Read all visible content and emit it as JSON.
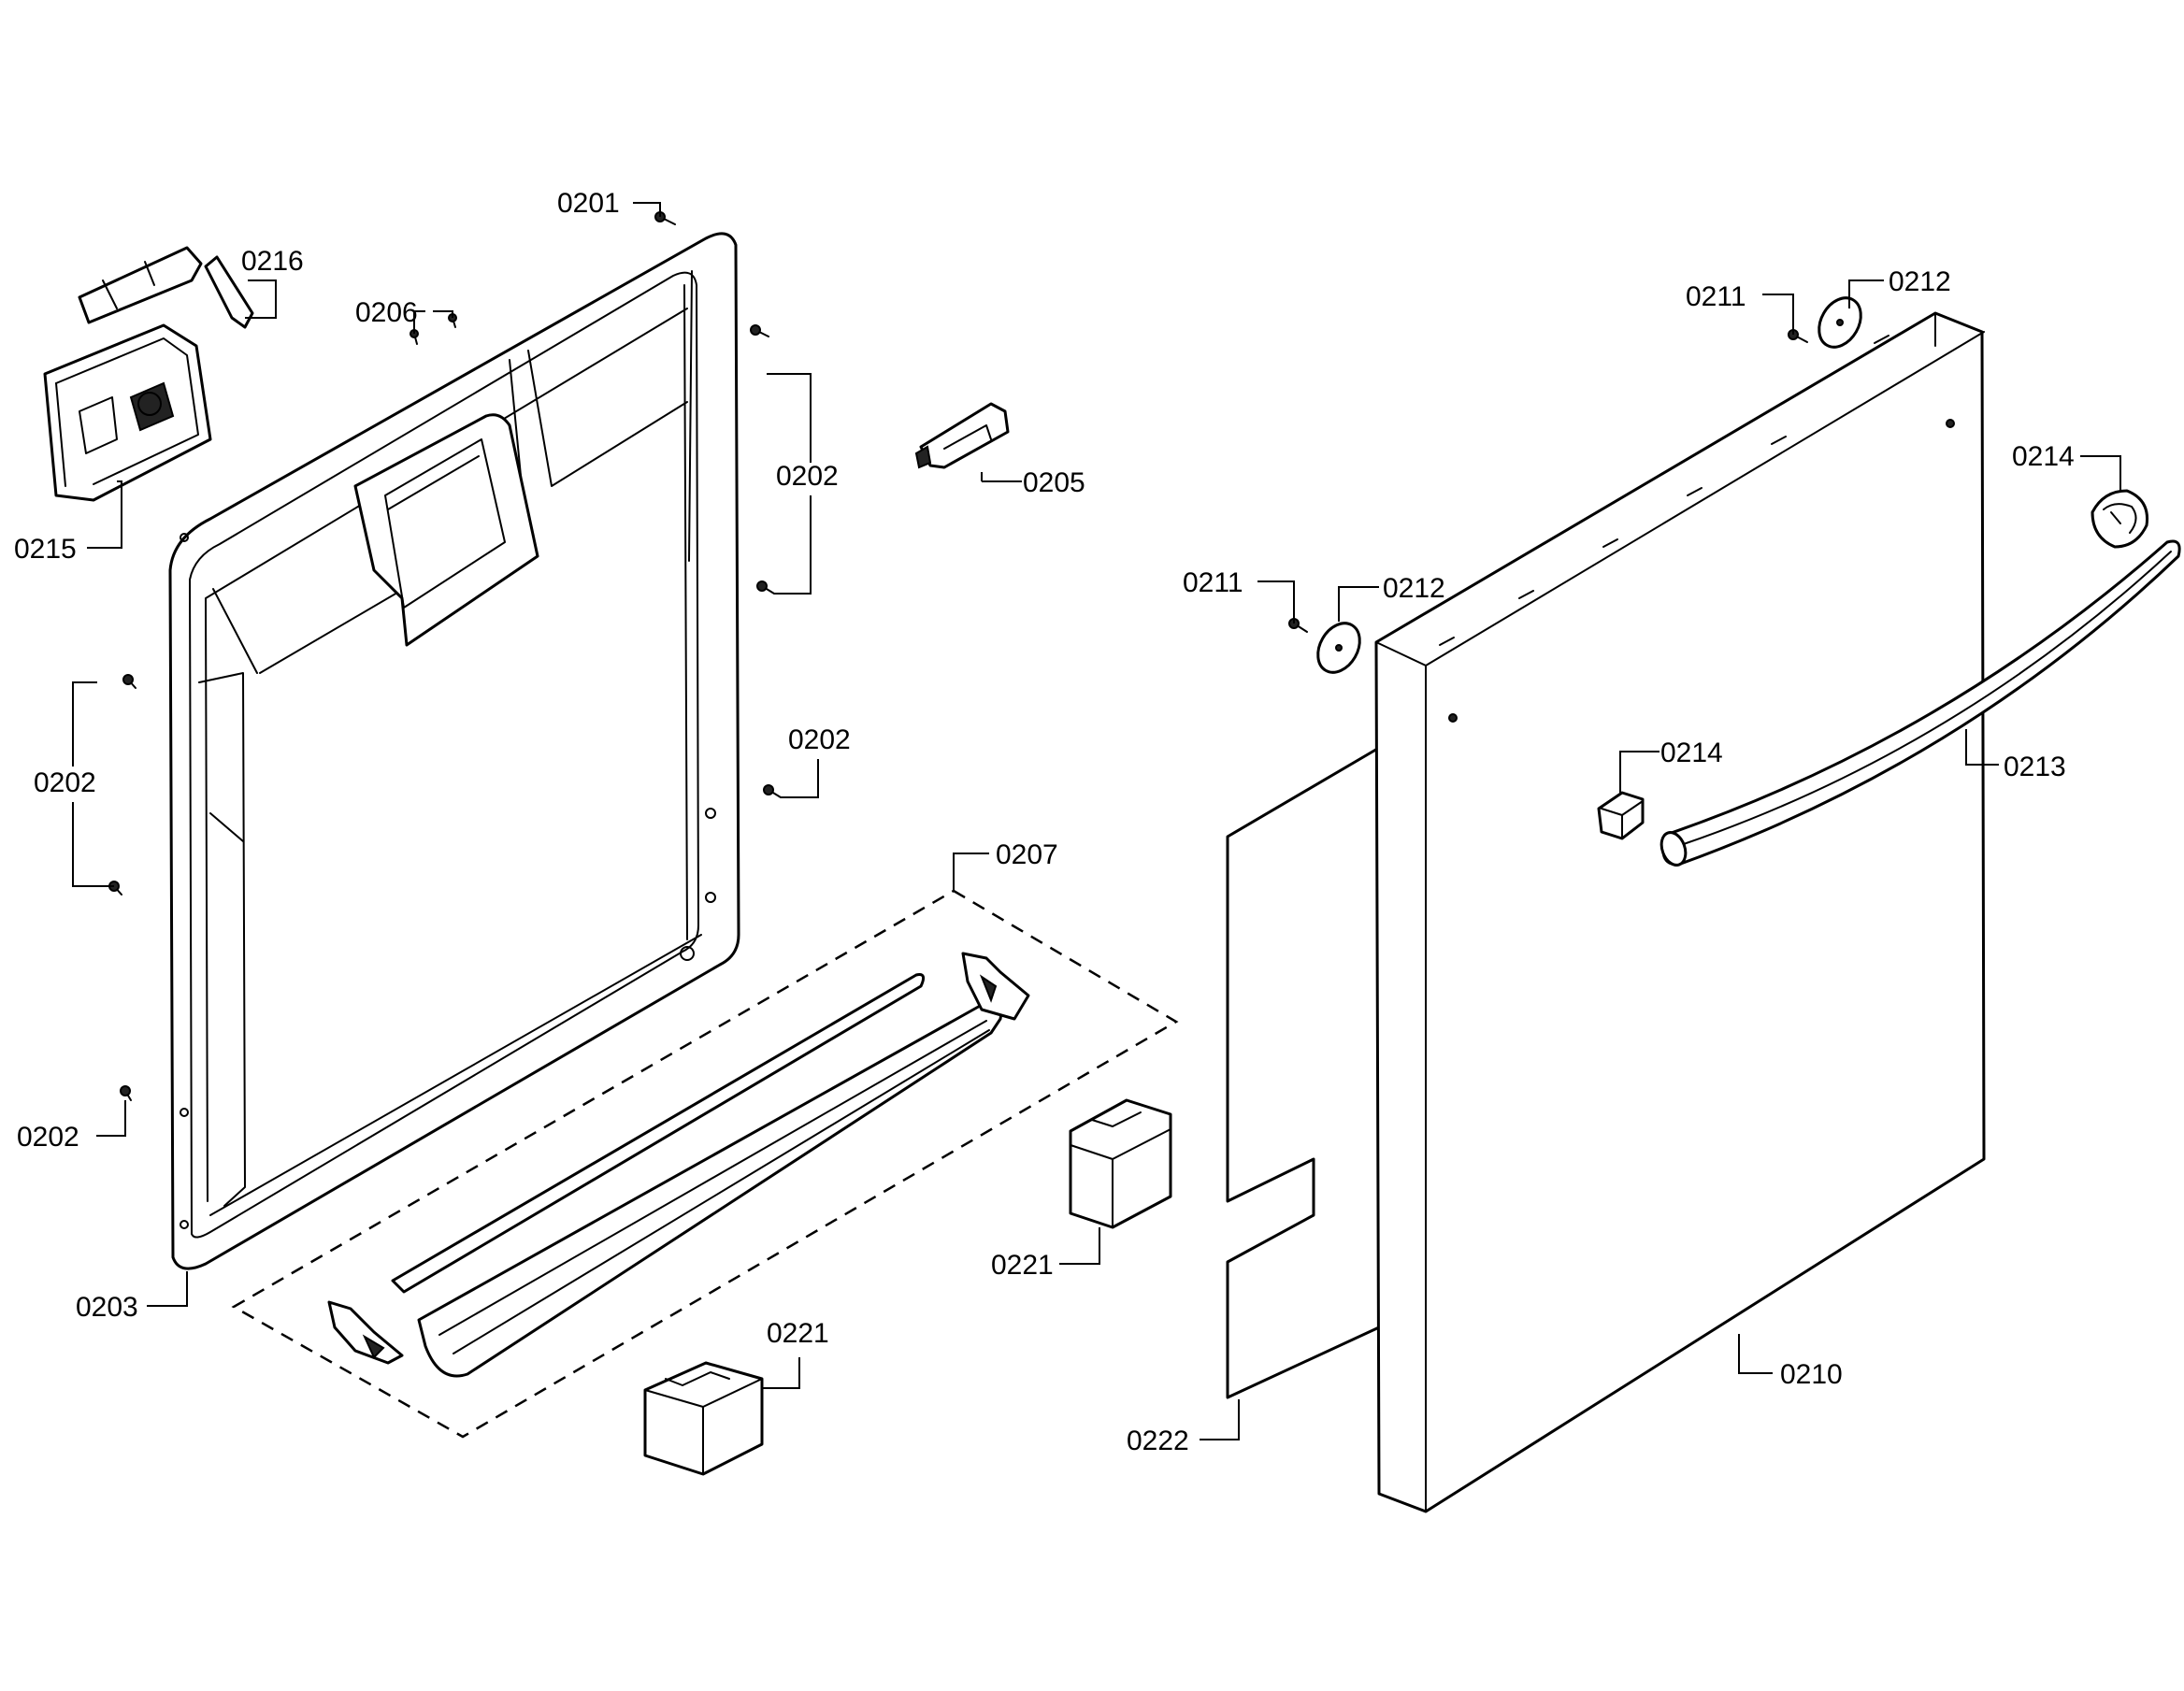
{
  "callouts": {
    "c0201": "0201",
    "c0216": "0216",
    "c0206": "0206",
    "c0215": "0215",
    "c0202_right_top": "0202",
    "c0205": "0205",
    "c0202_left": "0202",
    "c0202_right_mid": "0202",
    "c0202_bottom": "0202",
    "c0207": "0207",
    "c0203": "0203",
    "c0221_bottom": "0221",
    "c0221_right": "0221",
    "c0222": "0222",
    "c0210": "0210",
    "c0211_top": "0211",
    "c0212_top": "0212",
    "c0211_mid": "0211",
    "c0212_mid": "0212",
    "c0214_right": "0214",
    "c0214_mid": "0214",
    "c0213": "0213"
  }
}
